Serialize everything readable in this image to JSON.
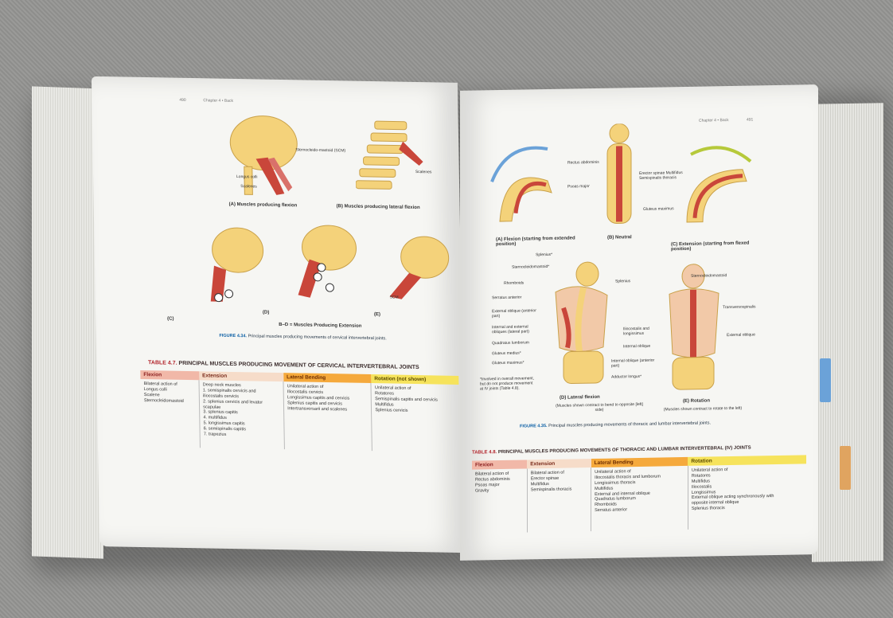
{
  "left_page": {
    "page_number": "490",
    "running_head": "Chapter 4 • Back",
    "figure_labels": {
      "a": "(A) Muscles producing flexion",
      "b": "(B) Muscles producing lateral flexion",
      "c": "(C)",
      "d": "(D)",
      "e": "(E)",
      "bd": "B–D = Muscles Producing Extension"
    },
    "figure_callouts": {
      "scm": "Sternocleido-mastoid (SCM)",
      "longus": "Longus colli",
      "scalenes": "Scalenes",
      "scalenes_b": "Scalenes",
      "scm_e": "SCM"
    },
    "caption_label": "FIGURE 4.34.",
    "caption_text": "Principal muscles producing movements of cervical intervertebral joints.",
    "table": {
      "label": "TABLE 4.7.",
      "title": "PRINCIPAL MUSCLES PRODUCING MOVEMENT OF CERVICAL INTERVERTEBRAL JOINTS",
      "headers": [
        "Flexion",
        "Extension",
        "Lateral Bending",
        "Rotation (not shown)"
      ],
      "cells": [
        "Bilateral action of\nLongus colli\nScalene\nSternocleidomastoid",
        "Deep neck muscles\n  1. semispinalis cervicis and\niliocostalis cervicis\n  2. splenius cervicis and levator\nscapulae\n  3. splenius capitis\n  4. multifidus\n  5. longissimus capitis\n  6. semispinalis capitis\n  7. trapezius",
        "Unilateral action of\nIliocostalis cervicis\nLongissimus capitis and cervicis\nSplenius capitis and cervicis\nIntertransversarii and scalenes",
        "Unilateral action of\nRotatores\nSemispinalis capitis and cervicis\nMultifidus\nSplenius cervicis"
      ]
    }
  },
  "right_page": {
    "page_number": "491",
    "running_head": "Chapter 4 • Back",
    "figure_labels": {
      "a": "(A) Flexion (starting from extended position)",
      "b": "(B) Neutral",
      "c": "(C) Extension (starting from flexed position)",
      "d": "(D) Lateral flexion",
      "d_note": "(Muscles shown contract to bend to opposite [left] side)",
      "e": "(E) Rotation",
      "e_note": "(Muscles shown contract to rotate to the left)"
    },
    "figure_callouts": {
      "rectus": "Rectus abdominis",
      "psoas": "Psoas major",
      "erector": "Erector spinae Multifidus Semispinalis thoracis",
      "gluteus": "Gluteus maximus",
      "splenius_d": "Splenius*",
      "scm_d": "Sternocleidomastoid*",
      "rhomboids": "Rhomboids",
      "serratus": "Serratus anterior",
      "ext_oblique": "External oblique (anterior part)",
      "int_ext_oblique": "Internal and external obliques (lateral part)",
      "quadratus": "Quadratus lumborum",
      "glut_med": "Gluteus medius*",
      "glut_max": "Gluteus maximus*",
      "note": "*Involved in overall movement, but do not produce movement at IV joints (Table 4.8).",
      "iliocostalis": "Iliocostalis and longissimus",
      "int_oblique": "Internal oblique",
      "int_oblique_ant": "Internal oblique (anterior part)",
      "adductor": "Adductor longus*",
      "splenius_e": "Splenius",
      "scm_e": "Sternocleidomastoid",
      "transverso": "Transversospinalis",
      "ext_oblique_e": "External oblique"
    },
    "caption_label": "FIGURE 4.35.",
    "caption_text": "Principal muscles producing movements of thoracic and lumbar intervertebral joints.",
    "table": {
      "label": "TABLE 4.8.",
      "title": "PRINCIPAL MUSCLES PRODUCING MOVEMENTS OF THORACIC AND LUMBAR INTERVERTEBRAL (IV) JOINTS",
      "headers": [
        "Flexion",
        "Extension",
        "Lateral Bending",
        "Rotation"
      ],
      "cells": [
        "Bilateral action of\nRectus abdominis\nPsoas major\nGravity",
        "Bilateral action of\nErector spinae\nMultifidus\nSemispinalis thoracis",
        "Unilateral action of\nIliocostalis thoracis and lumborum\nLongissimus thoracis\nMultifidus\nExternal and internal oblique\nQuadratus lumborum\nRhomboids\nSerratus anterior",
        "Unilateral action of\nRotatores\nMultifidus\nIliocostalis\nLongissimus\nExternal oblique acting synchronously with\nopposite internal oblique\nSplenius thoracis"
      ]
    }
  },
  "colors": {
    "background": "#949492",
    "page": "#f6f6f3",
    "bone": "#f4d27a",
    "muscle": "#c9463a",
    "flexion_header": "#f1b8a8",
    "extension_header": "#f6dcc9",
    "lateral_header": "#f5a93c",
    "rotation_header": "#f6e35c"
  }
}
